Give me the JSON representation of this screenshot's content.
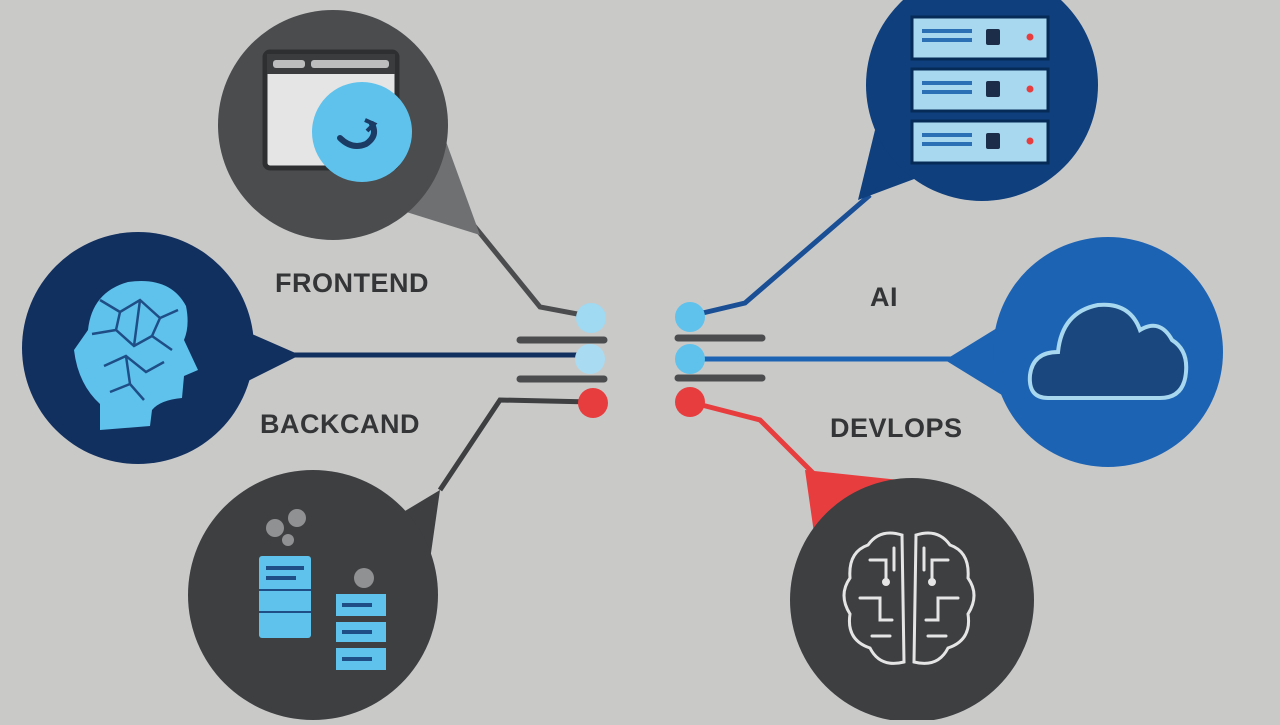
{
  "labels": {
    "frontend": "FRONTEND",
    "backend": "BACKCAND",
    "ai": "AI",
    "devops": "DEVLOPS"
  },
  "colors": {
    "background": "#c9c9c8",
    "dark_gray": "#4a4c4e",
    "navy": "#12305f",
    "deep_blue": "#0f3f7c",
    "bright_blue": "#1d63b4",
    "light_blue": "#5fc2ec",
    "red": "#e83d3f",
    "charcoal": "#3d3f41"
  },
  "icons": {
    "frontend": "browser-window-refresh-icon",
    "backend": "head-brain-icon",
    "database": "server-database-icon",
    "ai": "server-rack-icon",
    "devops": "cloud-icon",
    "brain": "brain-circuit-icon"
  }
}
